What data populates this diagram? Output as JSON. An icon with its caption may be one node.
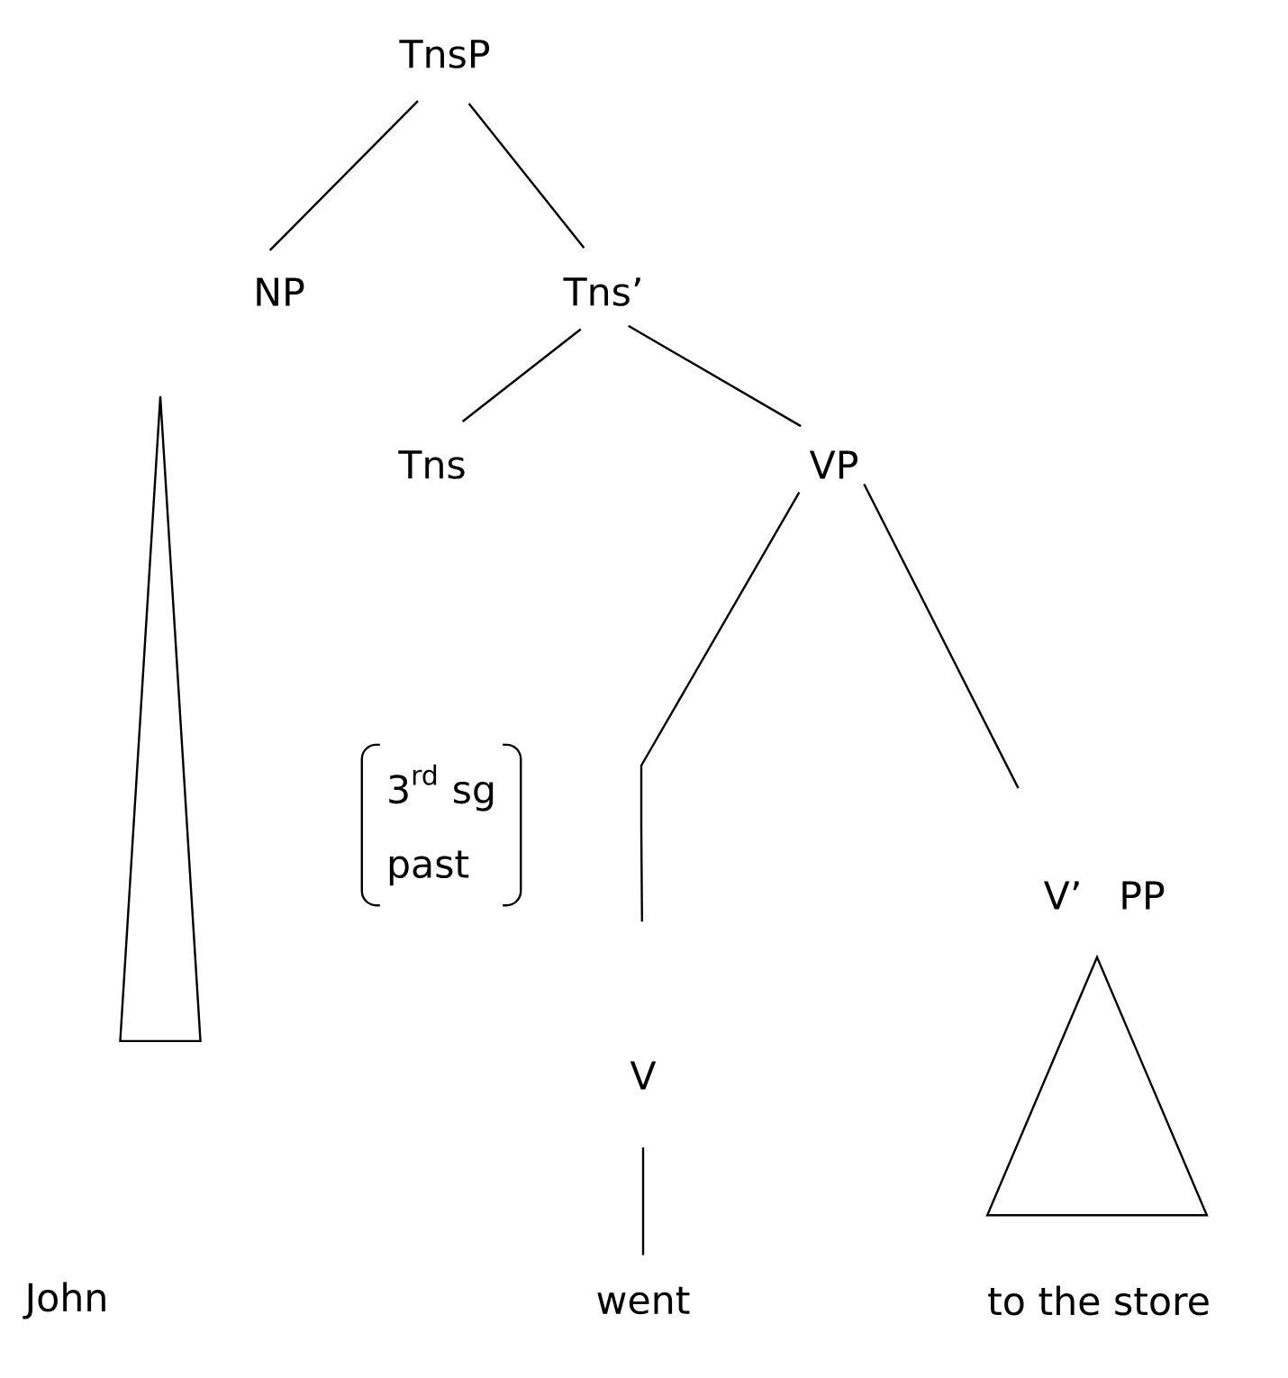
{
  "diagram": {
    "nodes": [
      {
        "text": [
          "TnsP"
        ]
      },
      {
        "text": [
          "NP"
        ]
      },
      {
        "text": [
          "Tns’"
        ]
      },
      {
        "text": [
          "Tns"
        ]
      },
      {
        "text": [
          "VP"
        ]
      },
      {
        "text": [
          "\\text{3}^{\\text{rd}}\\text{ sg}",
          "past"
        ]
      },
      {
        "text": [
          "V’"
        ]
      },
      {
        "text": [
          "PP"
        ]
      },
      {
        "text": [
          "V"
        ]
      },
      {
        "text": [
          "John"
        ]
      },
      {
        "text": [
          "went"
        ]
      },
      {
        "text": [
          "to the store"
        ]
      },
      {
        "text": [],
        "shape": "triangle"
      },
      {
        "text": [],
        "shape": "triangle"
      }
    ],
    "edges": [
      {
        "from": 0,
        "to": 1,
        "arrow": "none"
      },
      {
        "from": 0,
        "to": 2,
        "arrow": "none"
      },
      {
        "from": 2,
        "to": 3,
        "arrow": "none"
      },
      {
        "from": 2,
        "to": 4,
        "arrow": "none"
      },
      {
        "from": 4,
        "to": 8,
        "arrow": "none"
      },
      {
        "from": 4,
        "to": 6,
        "arrow": "none"
      },
      {
        "from": 8,
        "to": 10,
        "arrow": "none"
      }
    ]
  }
}
